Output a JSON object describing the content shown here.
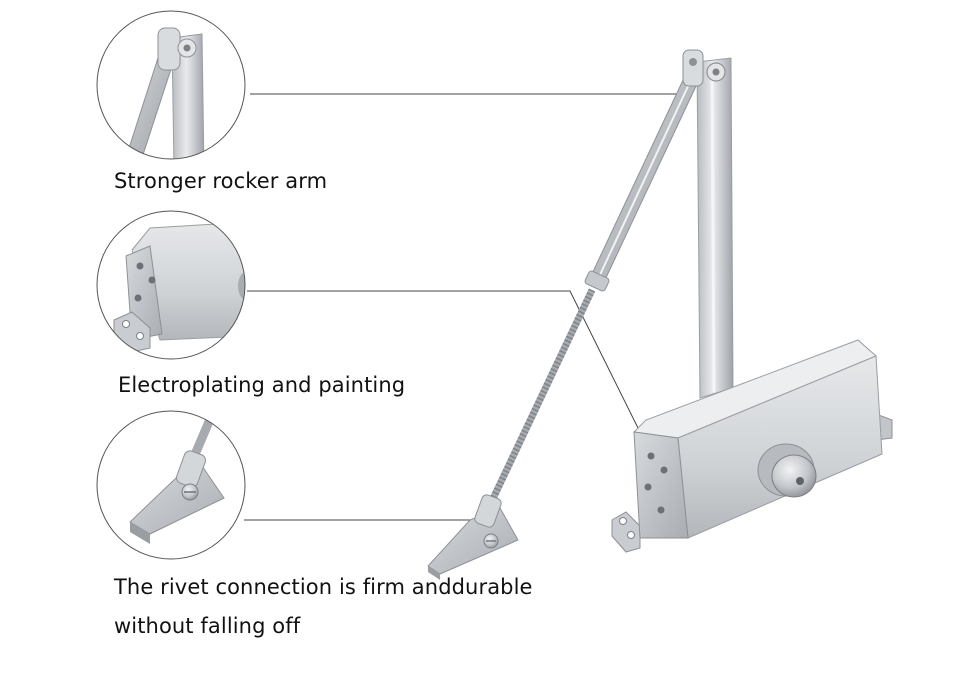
{
  "captions": {
    "rocker_arm": "Stronger rocker arm",
    "plating": "Electroplating and painting",
    "rivet_line1": "The rivet connection is firm anddurable",
    "rivet_line2": "without falling off"
  },
  "colors": {
    "background": "#ffffff",
    "metal_light": "#e4e6e8",
    "metal_mid": "#c3c6ca",
    "metal_dark": "#8c9096",
    "callout_line": "#444444",
    "text": "#111111"
  }
}
